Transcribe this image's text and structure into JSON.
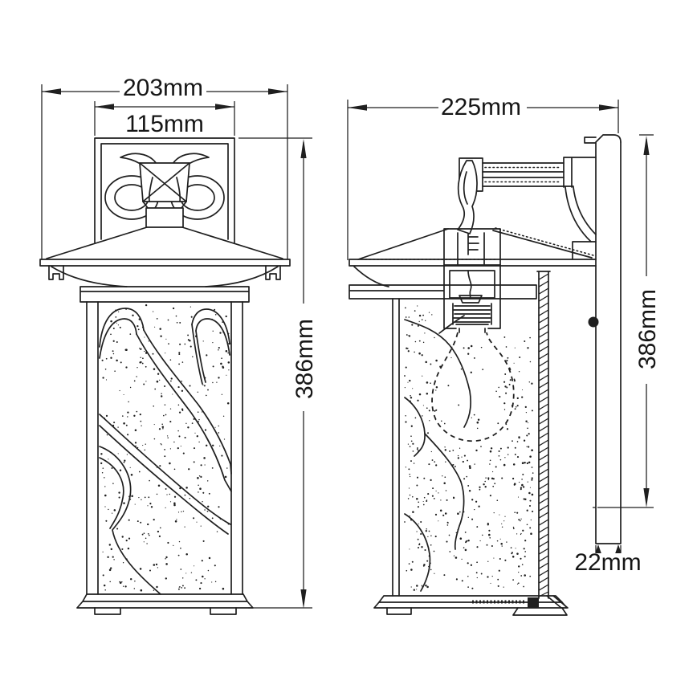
{
  "drawing": {
    "kind": "wall-lantern technical dimension drawing",
    "ink_color": "#1f1f1f",
    "background_color": "#ffffff",
    "views": {
      "front": {
        "name": "front-elevation",
        "dim_overall_width": "203mm",
        "dim_cupola_width": "115mm",
        "dim_height": "386mm"
      },
      "side": {
        "name": "side-elevation",
        "dim_overall_depth": "225mm",
        "dim_height": "386mm",
        "dim_backplate_depth": "22mm"
      }
    }
  }
}
